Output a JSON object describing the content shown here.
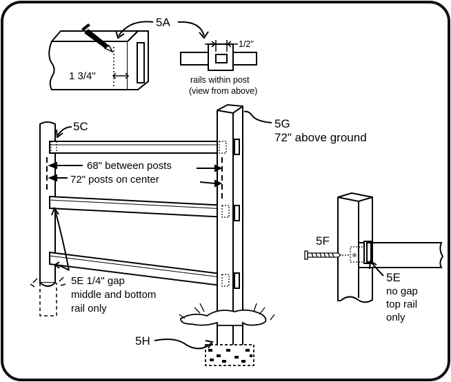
{
  "labels": {
    "step_5a": "5A",
    "dim_1_3_4": "1 3/4\"",
    "dim_1_2": "1/2\"",
    "rails_within_post_line1": "rails within post",
    "rails_within_post_line2": "(view from above)",
    "step_5c": "5C",
    "step_5g": "5G",
    "above_ground": "72\" above ground",
    "between_posts": "68\" between posts",
    "posts_on_center": "72\" posts on center",
    "gap_line1": "5E 1/4\" gap",
    "gap_line2": "middle and bottom",
    "gap_line3": "rail only",
    "step_5f": "5F",
    "step_5e_right": "5E",
    "no_gap_line1": "no gap",
    "no_gap_line2": "top rail",
    "no_gap_line3": "only",
    "step_5h": "5H"
  },
  "colors": {
    "frame_border": "#111111",
    "frame_background": "#f4f4f4",
    "line": "#000000",
    "rail_fill": "#ffffff"
  }
}
